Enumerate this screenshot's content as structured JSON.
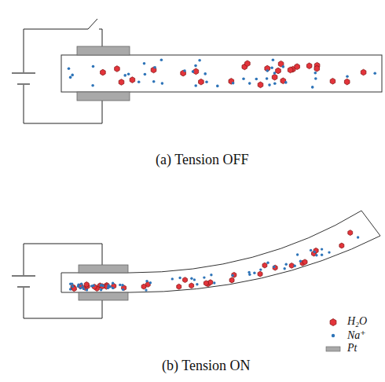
{
  "diagram": {
    "labels": [
      "(a) Tension OFF",
      "(b) Tension ON"
    ],
    "legend": [
      {
        "text": "H₂O",
        "color": "#e3343b"
      },
      {
        "text": "Na⁺",
        "color": "#2e74b8"
      },
      {
        "text": "Pt",
        "color": "#a9a9a9"
      }
    ]
  }
}
